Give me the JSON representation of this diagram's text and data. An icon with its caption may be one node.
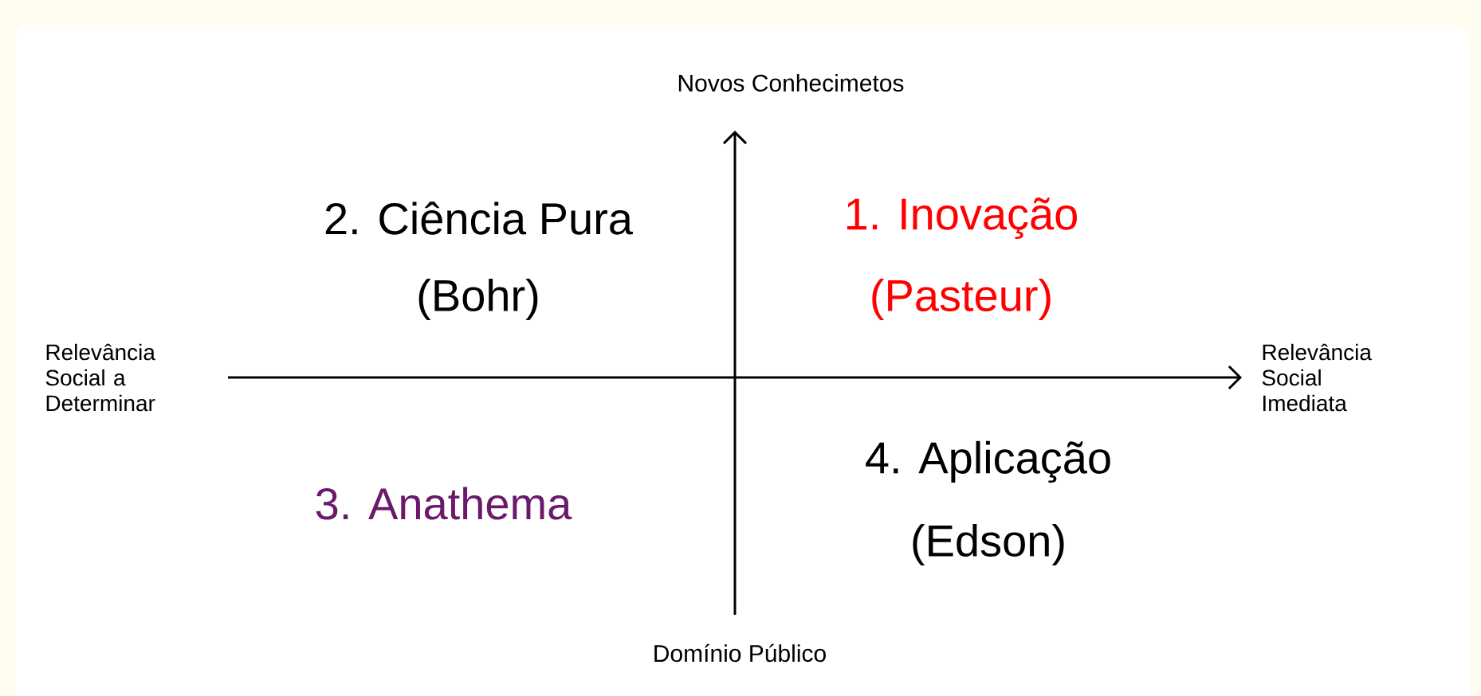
{
  "diagram": {
    "labels": [
      "Novos Conhecimetos",
      "2. Ciência Pura",
      "(Bohr)",
      "1. Inovação",
      "(Pasteur)",
      "Relevância Social a Determinar",
      "Relevância Social Imediata",
      "3. Anathema",
      "4. Aplicação",
      "(Edson)",
      "Domínio Público"
    ]
  }
}
